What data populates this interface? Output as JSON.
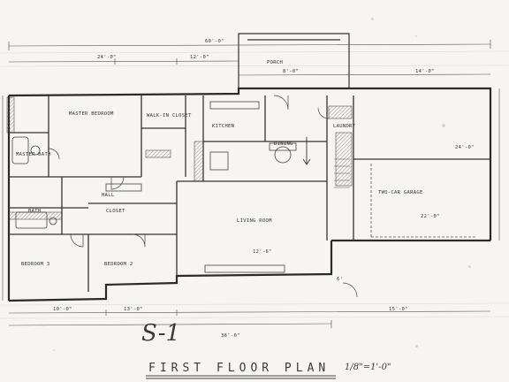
{
  "rooms": {
    "master_bedroom": "MASTER BEDROOM",
    "walk_in_closet": "WALK-IN CLOSET",
    "kitchen": "KITCHEN",
    "dining": "DINING",
    "hall": "HALL",
    "bath": "BATH",
    "master_bath": "MASTER BATH",
    "bedroom_3": "BEDROOM 3",
    "bedroom_2": "BEDROOM 2",
    "living_room": "LIVING ROOM",
    "two_car_garage": "TWO-CAR GARAGE",
    "closet": "CLOSET",
    "laundry": "LAUNDRY",
    "porch": "PORCH"
  },
  "sheet": {
    "number": "S-1",
    "title": "FIRST FLOOR PLAN",
    "scale": "1/8\"=1'-0\""
  },
  "dimensions": {
    "overall_top": "60'-0\"",
    "d1": "24'-0\"",
    "d2": "12'-0\"",
    "d3": "8'-0\"",
    "d4": "14'-0\"",
    "d5": "22'-0\"",
    "d6": "24'-0\"",
    "d7": "36'-0\"",
    "d8": "10'-0\"",
    "d9": "6'",
    "d10": "13'-0\"",
    "d11": "12'-6\"",
    "d12": "15'-0\""
  }
}
